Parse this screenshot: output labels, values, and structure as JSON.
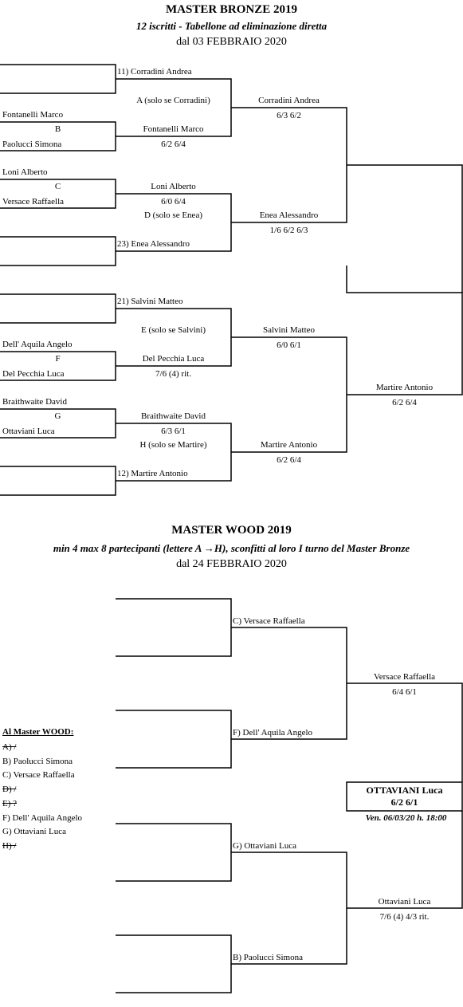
{
  "bronze": {
    "title": "MASTER  BRONZE  2019",
    "subtitle": "12 iscritti - Tabellone ad eliminazione diretta",
    "date": "dal 03 FEBBRAIO 2020",
    "r1": [
      {
        "a": "Fontanelli Marco",
        "letter": "B",
        "b": "Paolucci Simona"
      },
      {
        "a": "Loni Alberto",
        "letter": "C",
        "b": "Versace Raffaella"
      },
      {
        "a": "Dell' Aquila Angelo",
        "letter": "F",
        "b": "Del Pecchia Luca"
      },
      {
        "a": "Braithwaite David",
        "letter": "G",
        "b": "Ottaviani Luca"
      }
    ],
    "r2": [
      {
        "name": "11) Corradini Andrea"
      },
      {
        "name": "Fontanelli Marco",
        "score": "6/2  6/4",
        "mid": "A (solo se Corradini)"
      },
      {
        "name": "Loni Alberto",
        "score": "6/0  6/4",
        "mid": "D (solo se Enea)"
      },
      {
        "name": "23) Enea Alessandro"
      },
      {
        "name": "21) Salvini Matteo"
      },
      {
        "name": "Del Pecchia Luca",
        "score": "7/6 (4)  rit.",
        "mid": "E (solo se Salvini)"
      },
      {
        "name": "Braithwaite David",
        "score": "6/3  6/1",
        "mid": "H (solo se Martire)"
      },
      {
        "name": "12) Martire Antonio"
      }
    ],
    "r3": [
      {
        "name": "Corradini Andrea",
        "score": "6/3  6/2"
      },
      {
        "name": "Enea Alessandro",
        "score": "1/6  6/2  6/3"
      },
      {
        "name": "Salvini Matteo",
        "score": "6/0  6/1"
      },
      {
        "name": "Martire Antonio",
        "score": "6/2  6/4"
      }
    ],
    "r4": [
      {
        "name": "Martire Antonio",
        "score": "6/2  6/4"
      }
    ]
  },
  "wood": {
    "title": "MASTER  WOOD  2019",
    "subtitle": "min 4 max 8 partecipanti (lettere A →H), sconfitti al loro I turno del Master Bronze",
    "date": "dal  24  FEBBRAIO 2020",
    "r2": [
      {
        "name": "C) Versace Raffaella"
      },
      {
        "name": "F) Dell' Aquila Angelo"
      },
      {
        "name": "G) Ottaviani Luca"
      },
      {
        "name": "B) Paolucci Simona"
      }
    ],
    "semi": [
      {
        "name": "Versace Raffaella",
        "score": "6/4  6/1"
      },
      {
        "name": "Ottaviani Luca",
        "score": "7/6 (4)  4/3 rit."
      }
    ],
    "winner": {
      "name": "OTTAVIANI  Luca",
      "score": "6/2  6/1",
      "note": "Ven. 06/03/20 h. 18:00"
    },
    "list_title": "Al Master WOOD:",
    "list": [
      {
        "text": "A) /",
        "struck": true
      },
      {
        "text": "B) Paolucci Simona",
        "struck": false
      },
      {
        "text": "C) Versace Raffaella",
        "struck": false
      },
      {
        "text": "D) /",
        "struck": true
      },
      {
        "text": "E)  ?",
        "struck": true
      },
      {
        "text": "F) Dell' Aquila Angelo",
        "struck": false
      },
      {
        "text": "G) Ottaviani Luca",
        "struck": false
      },
      {
        "text": "H) /",
        "struck": true
      }
    ]
  }
}
